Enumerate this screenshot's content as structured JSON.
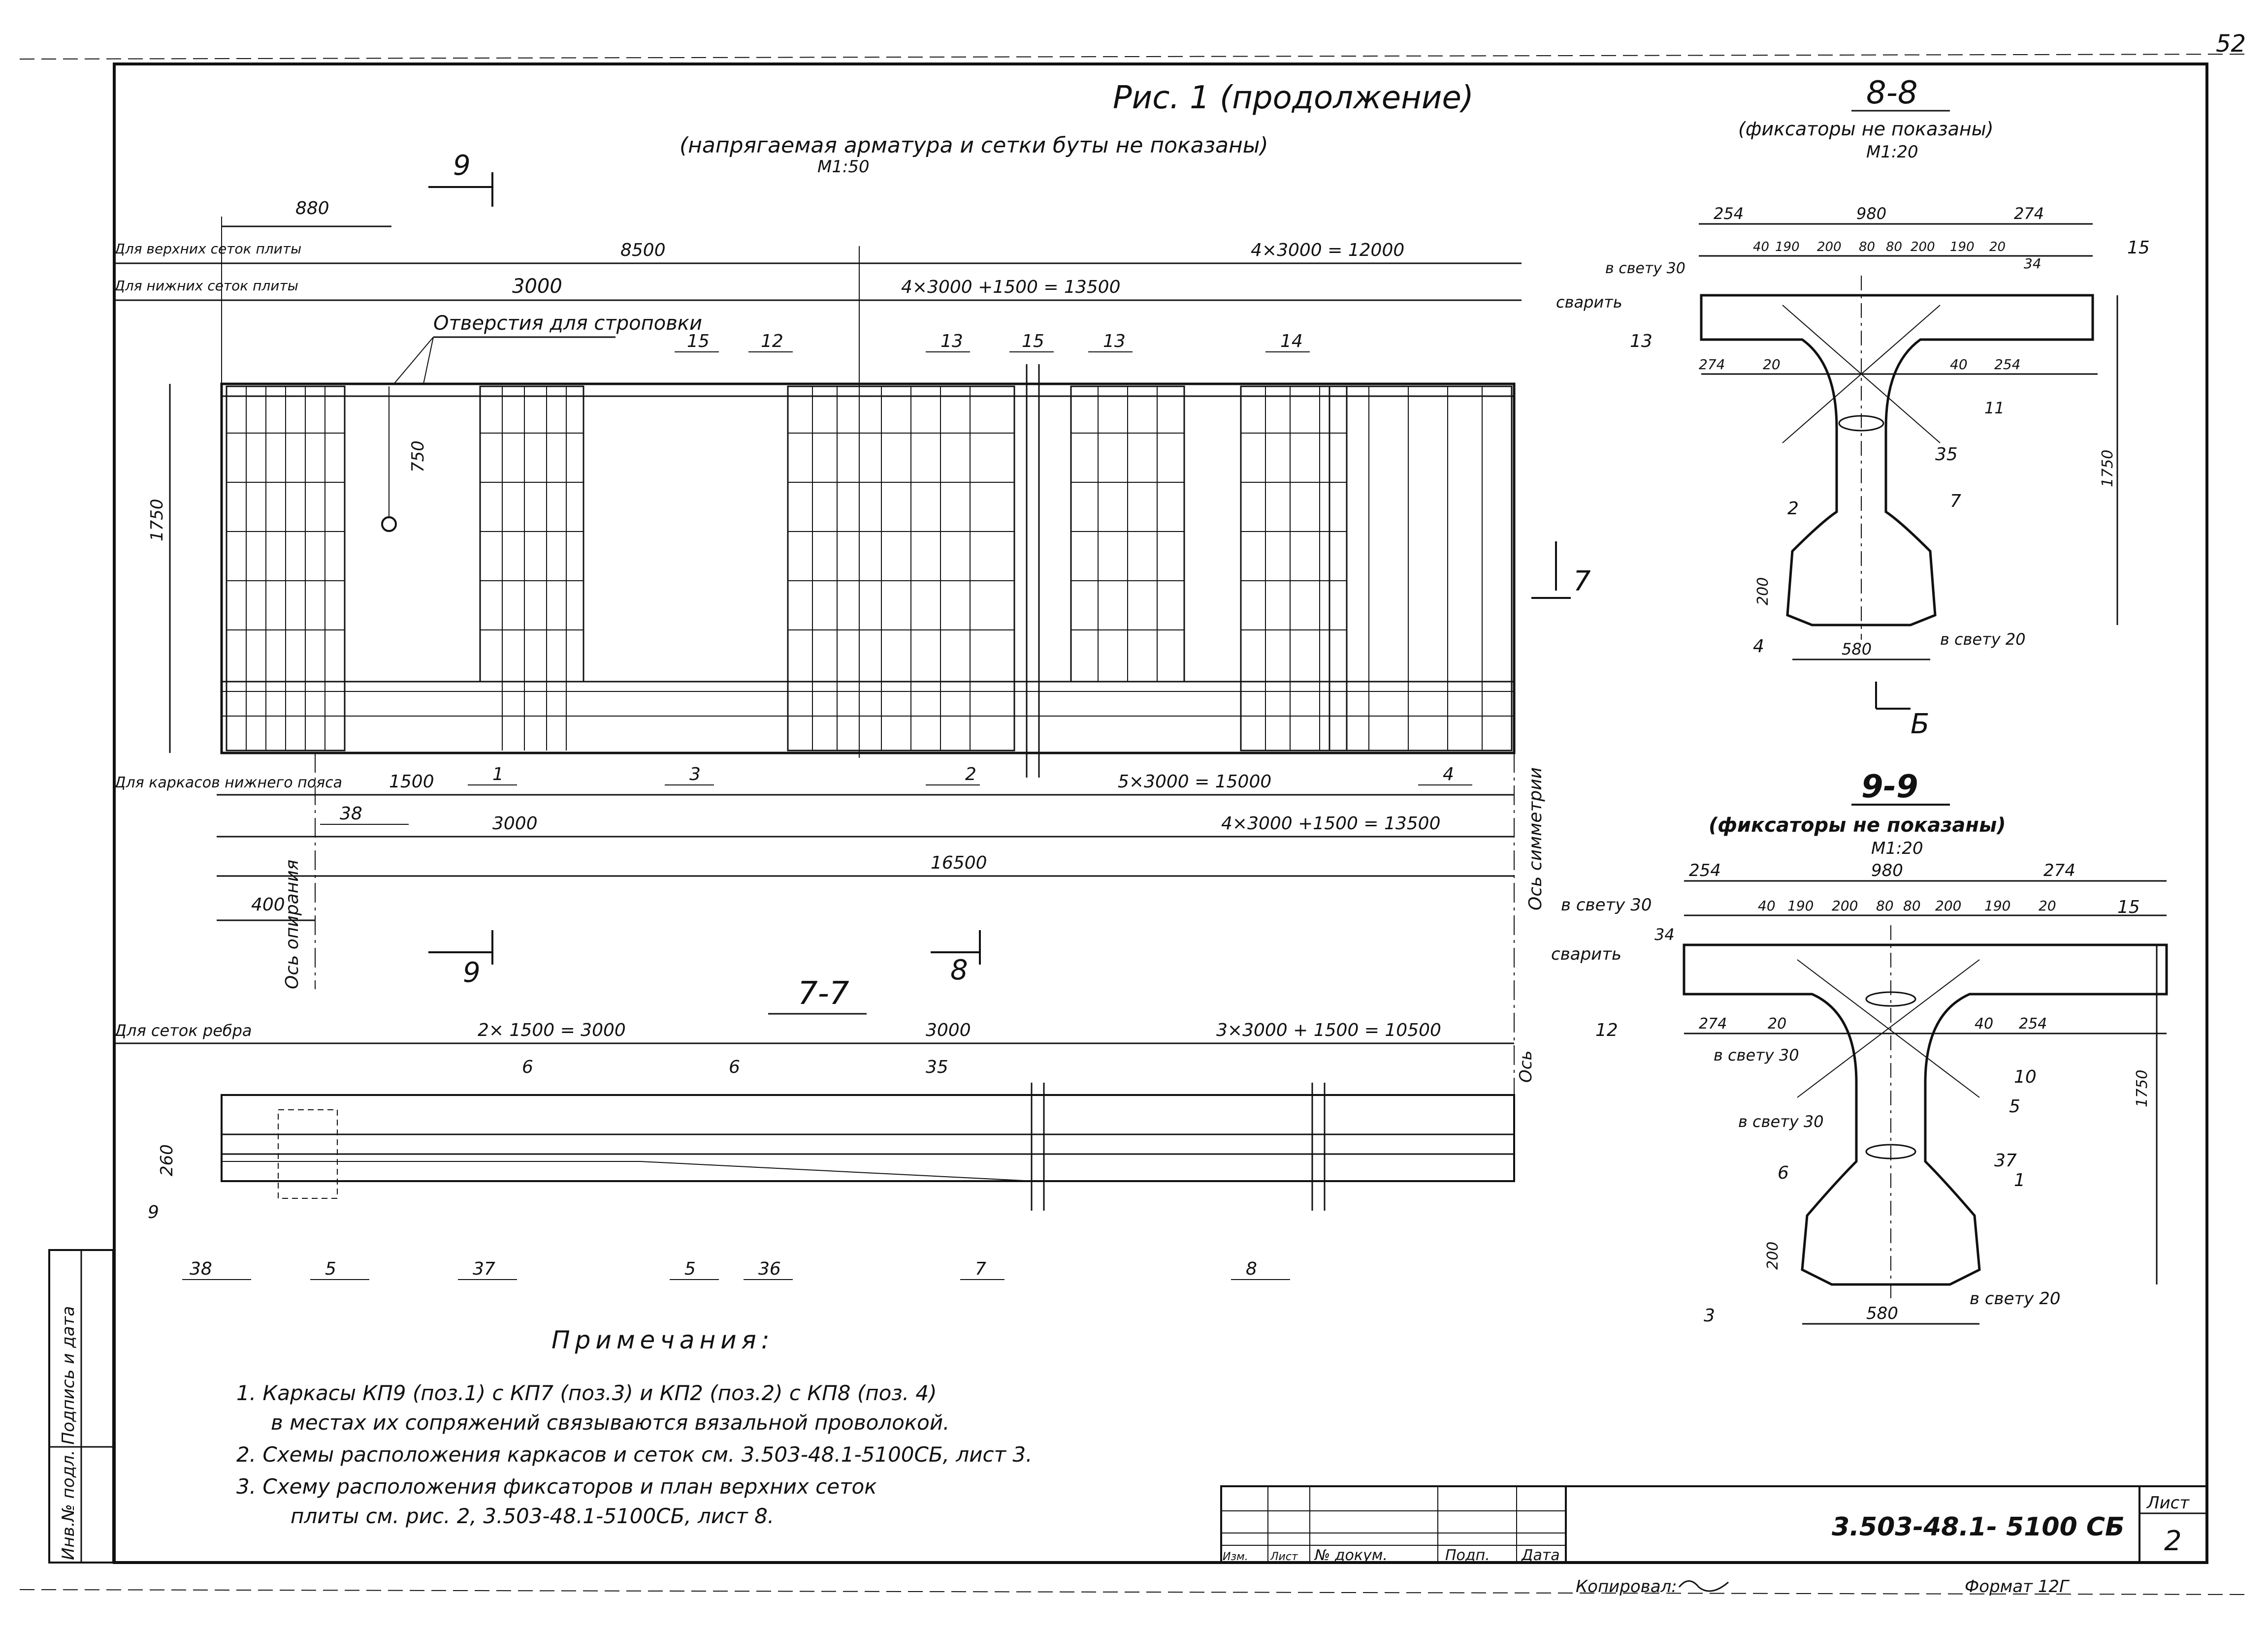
{
  "sheet_number_corner": "52",
  "elevation": {
    "title": "Рис. 1 (продолжение)",
    "subtitle": "(напрягаемая арматура и сетки буты не показаны)",
    "scale": "М1:50",
    "dims_top": {
      "upper_label": "Для верхних сеток плиты",
      "lower_label": "Для нижних сеток плиты",
      "d880": "880",
      "d8500": "8500",
      "d12000": "4×3000 = 12000",
      "d3000": "3000",
      "d13500": "4×3000 +1500 = 13500"
    },
    "holes_label": "Отверстия для строповки",
    "dim_750": "750",
    "dim_1750": "1750",
    "dims_bottom": {
      "lower_chord_label": "Для каркасов нижнего пояса",
      "d1500": "1500",
      "d15000": "5×3000 = 15000",
      "d3000": "3000",
      "d13500": "4×3000 +1500 = 13500",
      "d16500": "16500",
      "d400": "400"
    },
    "axis_support": "Ось опирания",
    "axis_symmetry": "Ось симметрии",
    "cut_marks": {
      "c9": "9",
      "c8": "8",
      "c7": "7"
    },
    "positions": [
      "15",
      "12",
      "13",
      "15",
      "13",
      "14",
      "1",
      "3",
      "2",
      "4",
      "38"
    ]
  },
  "section_77": {
    "title": "7-7",
    "label": "Для сеток ребра",
    "d3000a": "2× 1500 = 3000",
    "d3000b": "3000",
    "d10500": "3×3000 + 1500 = 10500",
    "d260": "260",
    "axis": "Ось",
    "positions": [
      "6",
      "6",
      "35",
      "9",
      "38",
      "5",
      "37",
      "5",
      "36",
      "7",
      "8"
    ]
  },
  "section_88": {
    "title": "8-8",
    "subtitle": "(фиксаторы не показаны)",
    "scale": "М1:20",
    "dims_top": [
      "254",
      "980",
      "274",
      "40",
      "190",
      "200",
      "80",
      "80",
      "200",
      "190",
      "20",
      "34"
    ],
    "svetu30": "в свету 30",
    "svarit": "сварить",
    "dims_low": [
      "274",
      "20",
      "40",
      "254"
    ],
    "dim_200": "200",
    "dim_1750": "1750",
    "dim_580": "580",
    "svetu20": "в свету 20",
    "cut_b": "Б",
    "positions": [
      "15",
      "13",
      "11",
      "35",
      "2",
      "7",
      "4"
    ]
  },
  "section_99": {
    "title": "9-9",
    "subtitle": "(фиксаторы не показаны)",
    "scale": "М1:20",
    "dims_top": [
      "254",
      "980",
      "274",
      "40",
      "190",
      "200",
      "80",
      "80",
      "200",
      "190",
      "20"
    ],
    "svetu30a": "в свету 30",
    "svetu30b": "в свету 30",
    "svetu30c": "в свету 30",
    "svarit": "сварить",
    "dims_low": [
      "274",
      "20",
      "40",
      "254"
    ],
    "dim_200": "200",
    "dim_1750": "1750",
    "dim_580": "580",
    "svetu20": "в свету 20",
    "positions": [
      "15",
      "34",
      "12",
      "10",
      "5",
      "37",
      "6",
      "1",
      "3"
    ]
  },
  "notes": {
    "heading": "Примечания:",
    "n1a": "1. Каркасы КП9 (поз.1) с КП7 (поз.3) и КП2 (поз.2) с КП8 (поз. 4)",
    "n1b": "в местах их сопряжений связываются вязальной проволокой.",
    "n2": "2. Схемы расположения каркасов и сеток см. 3.503-48.1-5100СБ, лист 3.",
    "n3a": "3. Схему расположения фиксаторов и план верхних сеток",
    "n3b": "плиты см. рис. 2, 3.503-48.1-5100СБ, лист 8."
  },
  "title_block": {
    "col_izm": "Изм.",
    "col_list": "Лист",
    "col_doc": "№ докум.",
    "col_sign": "Подп.",
    "col_date": "Дата",
    "designation": "3.503-48.1- 5100 СБ",
    "sheet_label": "Лист",
    "sheet_no": "2",
    "copied": "Копировал:",
    "format": "Формат 12Г"
  },
  "side_stamp": "Инв.№ подл. Подпись и дата"
}
